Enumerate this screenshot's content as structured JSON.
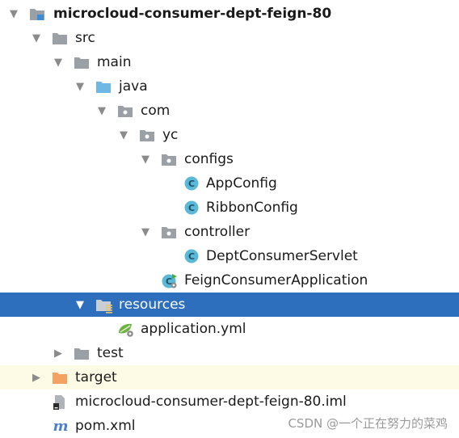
{
  "project": {
    "name": "microcloud-consumer-dept-feign-80"
  },
  "tree": {
    "src": "src",
    "main": "main",
    "java": "java",
    "com": "com",
    "yc": "yc",
    "configs": "configs",
    "app_config": "AppConfig",
    "ribbon_config": "RibbonConfig",
    "controller": "controller",
    "dept_consumer_servlet": "DeptConsumerServlet",
    "feign_consumer_application": "FeignConsumerApplication",
    "resources": "resources",
    "application_yml": "application.yml",
    "test": "test",
    "target": "target",
    "iml_file": "microcloud-consumer-dept-feign-80.iml",
    "pom_xml": "pom.xml"
  },
  "colors": {
    "selection": "#2d6fbd",
    "folder_gray": "#9aa0a6",
    "folder_blue": "#6fb8e6",
    "folder_orange": "#f4a261",
    "class_icon": "#5bb9d8"
  },
  "watermark": "CSDN @一个正在努力的菜鸡"
}
